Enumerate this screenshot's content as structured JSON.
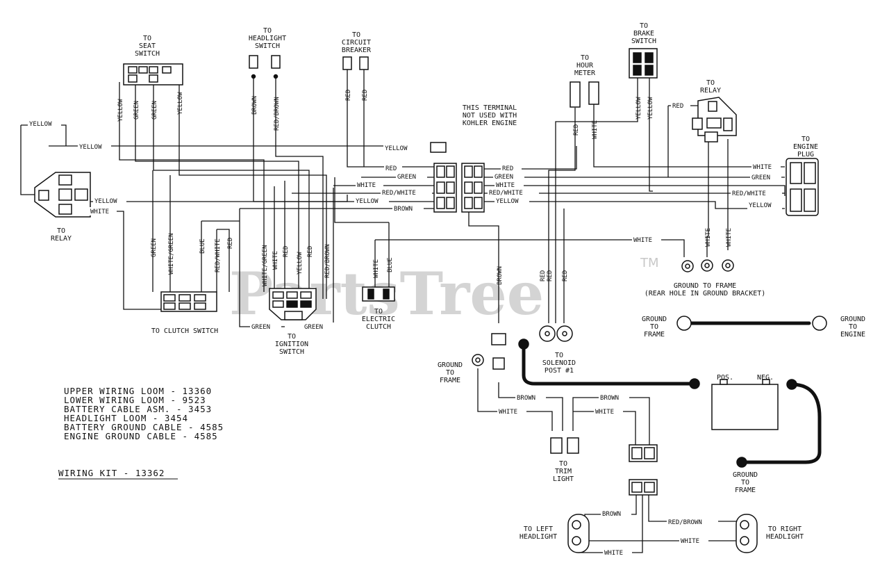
{
  "watermark": {
    "text": "PartsTree",
    "tm": "TM"
  },
  "labels": {
    "seat_switch": [
      "TO",
      "SEAT",
      "SWITCH"
    ],
    "headlight_switch": [
      "TO",
      "HEADLIGHT",
      "SWITCH"
    ],
    "circuit_breaker": [
      "TO",
      "CIRCUIT",
      "BREAKER"
    ],
    "hour_meter": [
      "TO",
      "HOUR",
      "METER"
    ],
    "brake_switch": [
      "TO",
      "BRAKE",
      "SWITCH"
    ],
    "relay_top": [
      "TO",
      "RELAY"
    ],
    "engine_plug": [
      "TO",
      "ENGINE",
      "PLUG"
    ],
    "relay_left": [
      "TO",
      "RELAY"
    ],
    "kohler_note": [
      "THIS TERMINAL",
      "NOT USED WITH",
      "KOHLER ENGINE"
    ],
    "clutch_switch": "TO CLUTCH SWITCH",
    "ignition_switch": [
      "TO",
      "IGNITION",
      "SWITCH"
    ],
    "electric_clutch": [
      "TO",
      "ELECTRIC",
      "CLUTCH"
    ],
    "ground_to_frame_right": "GROUND TO FRAME",
    "rear_hole": "(REAR HOLE IN GROUND BRACKET)",
    "ground_frame_top": [
      "GROUND",
      "TO",
      "FRAME"
    ],
    "ground_engine": [
      "GROUND",
      "TO",
      "ENGINE"
    ],
    "ground_frame_mid": [
      "GROUND",
      "TO",
      "FRAME"
    ],
    "solenoid": [
      "TO",
      "SOLENOID",
      "POST #1"
    ],
    "pos": "POS.",
    "neg": "NEG.",
    "ground_frame_battery": [
      "GROUND",
      "TO",
      "FRAME"
    ],
    "trim_light": [
      "TO",
      "TRIM",
      "LIGHT"
    ],
    "left_headlight": [
      "TO LEFT",
      "HEADLIGHT"
    ],
    "right_headlight": [
      "TO RIGHT",
      "HEADLIGHT"
    ]
  },
  "wires": {
    "yellow": "YELLOW",
    "green": "GREEN",
    "white": "WHITE",
    "red": "RED",
    "brown": "BROWN",
    "blue": "BLUE",
    "red_white": "RED/WHITE",
    "red_brown": "RED/BROWN",
    "white_green": "WHITE/GREEN"
  },
  "legend": [
    "UPPER WIRING LOOM - 13360",
    "LOWER WIRING LOOM - 9523",
    "BATTERY CABLE ASM. - 3453",
    "HEADLIGHT LOOM - 3454",
    "BATTERY GROUND CABLE - 4585",
    "ENGINE GROUND CABLE - 4585"
  ],
  "kit": "WIRING KIT - 13362"
}
